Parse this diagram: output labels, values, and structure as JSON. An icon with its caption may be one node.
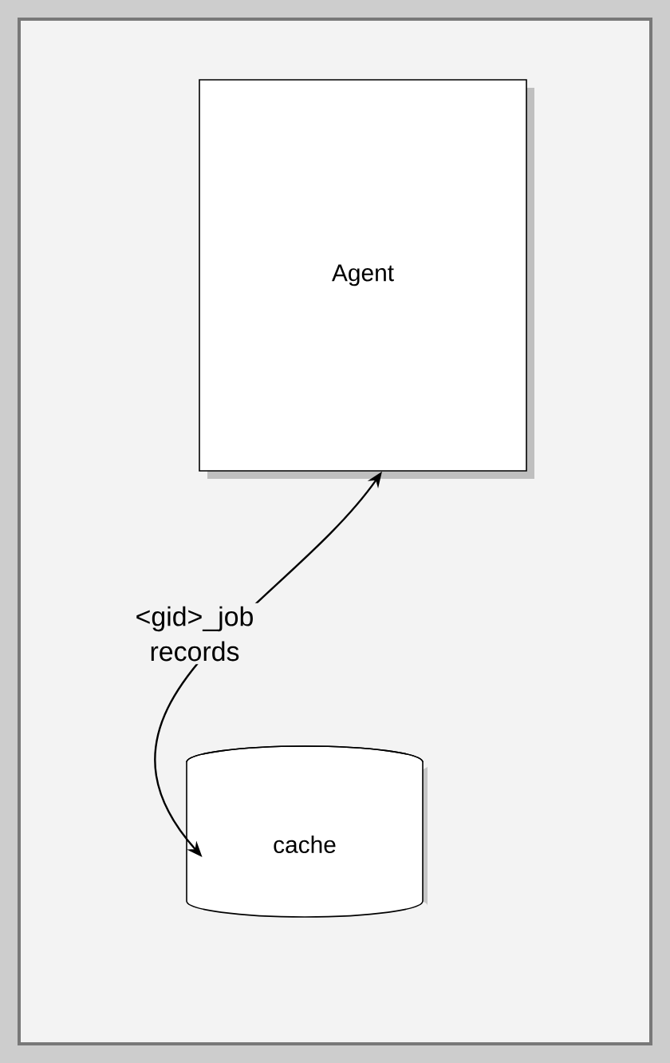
{
  "diagram": {
    "nodes": [
      {
        "text": [
          "Agent"
        ]
      },
      {
        "text": [
          "cache"
        ]
      }
    ],
    "edges": [
      {
        "from": 0,
        "to": 1,
        "arrow": "both",
        "label": "<gid>_job records"
      }
    ]
  }
}
